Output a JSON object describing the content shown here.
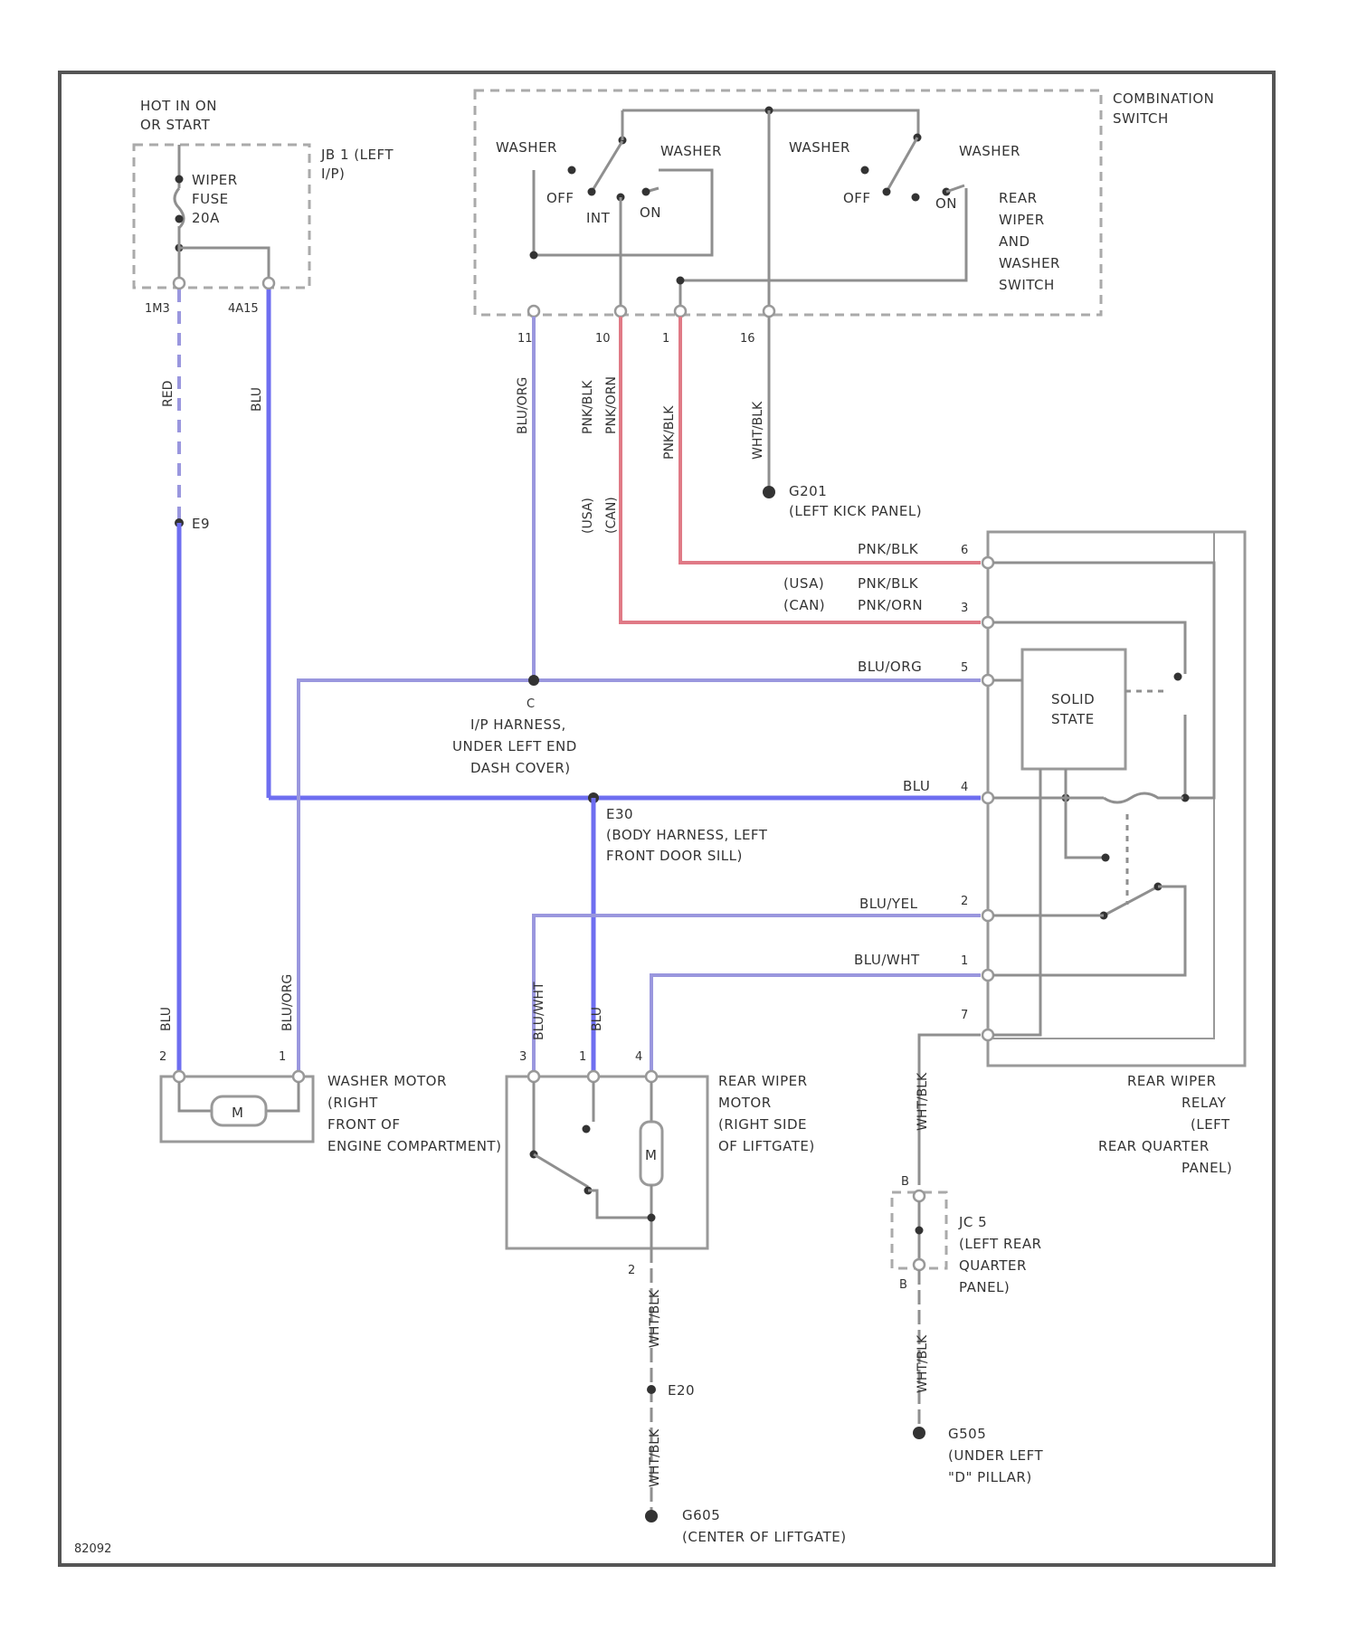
{
  "diagram_id": "82092",
  "labels": {
    "hot": [
      "HOT IN ON",
      "OR START"
    ],
    "jb1": [
      "JB 1 (LEFT",
      "I/P)"
    ],
    "fuse": [
      "WIPER",
      "FUSE",
      "20A"
    ],
    "pin_left_top_1": "1M3",
    "pin_left_top_2": "4A15",
    "combo_switch": [
      "COMBINATION",
      "SWITCH"
    ],
    "washer": "WASHER",
    "off": "OFF",
    "int": "INT",
    "on": "ON",
    "rear_switch": [
      "REAR",
      "WIPER",
      "AND",
      "WASHER",
      "SWITCH"
    ],
    "wire_red": "RED",
    "wire_blu": "BLU",
    "e9": "E9",
    "pin_11": "11",
    "pin_10": "10",
    "pin_1": "1",
    "pin_16": "16",
    "wire_bluorg": "BLU/ORG",
    "wire_pnkblk": "PNK/BLK",
    "wire_pnkorn": "PNK/ORN",
    "usa": "(USA)",
    "can": "(CAN)",
    "wire_whtblk": "WHT/BLK",
    "g201": [
      "G201",
      "(LEFT KICK PANEL)"
    ],
    "relay_pnkblk": "PNK/BLK",
    "relay_pin_6": "6",
    "relay_usa_can": [
      "(USA)",
      "(CAN)"
    ],
    "relay_pnkblk2": "PNK/BLK",
    "relay_pnkorn": "PNK/ORN",
    "relay_pin_3": "3",
    "relay_bluorg": "BLU/ORG",
    "relay_pin_5": "5",
    "solid_state": [
      "SOLID",
      "STATE"
    ],
    "ip_harness": [
      "I/P HARNESS,",
      "UNDER LEFT END",
      "DASH COVER)"
    ],
    "pin_c": "C",
    "relay_blu": "BLU",
    "relay_pin_4": "4",
    "e30": [
      "E30",
      "(BODY HARNESS, LEFT",
      "FRONT DOOR SILL)"
    ],
    "relay_bluyel": "BLU/YEL",
    "relay_pin_2": "2",
    "relay_bluwht": "BLU/WHT",
    "relay_pin_1": "1",
    "relay_pin_7": "7",
    "wire_blu_left": "BLU",
    "wire_bluorg_left": "BLU/ORG",
    "pin_2a": "2",
    "pin_1a": "1",
    "washer_motor": [
      "WASHER MOTOR",
      "(RIGHT",
      "FRONT OF",
      "ENGINE COMPARTMENT)"
    ],
    "motor_m": "M",
    "wire_bluwht_v": "BLU/WHT",
    "wire_blu_v": "BLU",
    "pin_3b": "3",
    "pin_1b": "1",
    "pin_4b": "4",
    "rear_motor": [
      "REAR WIPER",
      "MOTOR",
      "(RIGHT SIDE",
      "OF LIFTGATE)"
    ],
    "motor_m2": "M",
    "relay_name": [
      "REAR WIPER",
      "RELAY",
      "(LEFT",
      "REAR QUARTER",
      "PANEL)"
    ],
    "wire_whtblk_relay": "WHT/BLK",
    "pin_b": "B",
    "jc5": [
      "JC 5",
      "(LEFT REAR",
      "QUARTER",
      "PANEL)"
    ],
    "pin_b2": "B",
    "wire_whtblk_gnd": "WHT/BLK",
    "pin_2c": "2",
    "wire_whtblk_motor": "WHT/BLK",
    "e20": "E20",
    "wire_whtblk_motor2": "WHT/BLK",
    "g505": [
      "G505",
      "(UNDER LEFT",
      "\"D\" PILLAR)"
    ],
    "g605": [
      "G605",
      "(CENTER OF LIFTGATE)"
    ]
  }
}
